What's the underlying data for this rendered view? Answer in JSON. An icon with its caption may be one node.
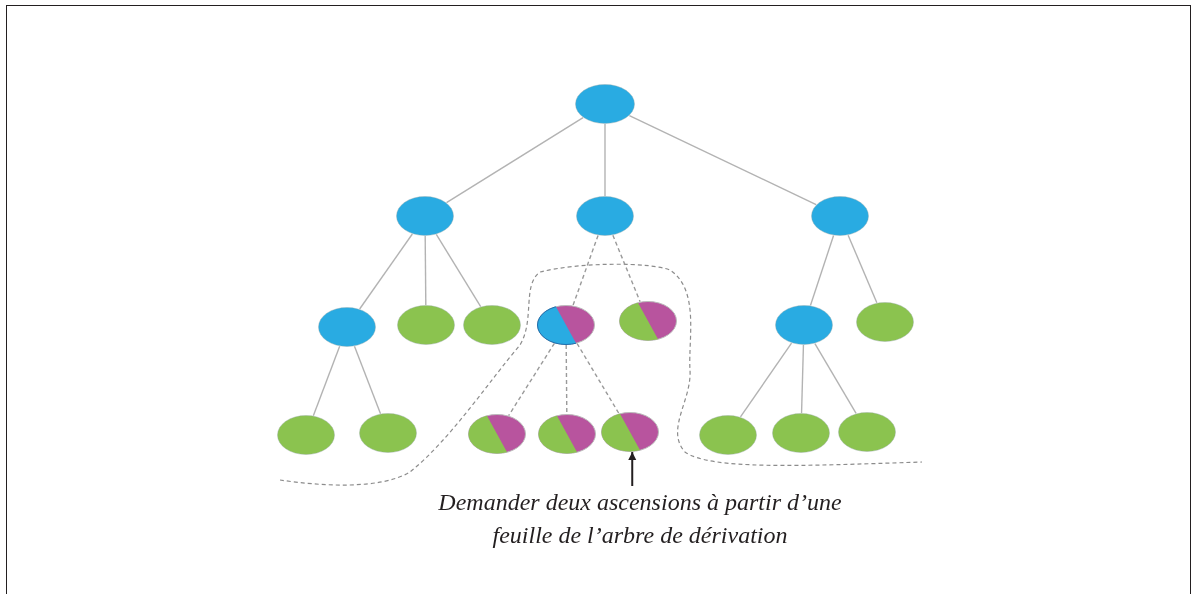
{
  "diagram": {
    "nodes": [
      {
        "text": [],
        "shape": "ellipse"
      },
      {
        "text": [],
        "shape": "ellipse"
      },
      {
        "text": [],
        "shape": "ellipse"
      },
      {
        "text": [],
        "shape": "ellipse"
      },
      {
        "text": [],
        "shape": "ellipse"
      },
      {
        "text": [],
        "shape": "ellipse"
      },
      {
        "text": [],
        "shape": "ellipse"
      },
      {
        "text": [],
        "shape": "ellipse"
      },
      {
        "text": [],
        "shape": "ellipse"
      },
      {
        "text": [],
        "shape": "ellipse"
      },
      {
        "text": [],
        "shape": "ellipse"
      },
      {
        "text": [],
        "shape": "ellipse"
      },
      {
        "text": [],
        "shape": "ellipse"
      },
      {
        "text": [],
        "shape": "ellipse"
      },
      {
        "text": [],
        "shape": "ellipse"
      },
      {
        "text": [],
        "shape": "ellipse"
      },
      {
        "text": [],
        "shape": "ellipse"
      },
      {
        "text": [],
        "shape": "ellipse"
      },
      {
        "text": [],
        "shape": "ellipse"
      },
      {
        "text": [
          "Demander deux ascensions à partir d’une feuille de l’arbre de dérivation"
        ]
      }
    ],
    "edges": [
      {
        "from": 0,
        "to": 1,
        "arrow": "none"
      },
      {
        "from": 0,
        "to": 2,
        "arrow": "none"
      },
      {
        "from": 0,
        "to": 3,
        "arrow": "none"
      },
      {
        "from": 1,
        "to": 4,
        "arrow": "none"
      },
      {
        "from": 1,
        "to": 5,
        "arrow": "none"
      },
      {
        "from": 1,
        "to": 6,
        "arrow": "none"
      },
      {
        "from": 2,
        "to": 7,
        "arrow": "none",
        "style": "dashed"
      },
      {
        "from": 2,
        "to": 8,
        "arrow": "none",
        "style": "dashed"
      },
      {
        "from": 3,
        "to": 9,
        "arrow": "none"
      },
      {
        "from": 3,
        "to": 10,
        "arrow": "none"
      },
      {
        "from": 4,
        "to": 11,
        "arrow": "none"
      },
      {
        "from": 4,
        "to": 12,
        "arrow": "none"
      },
      {
        "from": 7,
        "to": 13,
        "arrow": "none",
        "style": "dashed"
      },
      {
        "from": 7,
        "to": 14,
        "arrow": "none",
        "style": "dashed"
      },
      {
        "from": 7,
        "to": 15,
        "arrow": "none",
        "style": "dashed"
      },
      {
        "from": 9,
        "to": 16,
        "arrow": "none"
      },
      {
        "from": 9,
        "to": 17,
        "arrow": "none"
      },
      {
        "from": 9,
        "to": 18,
        "arrow": "none"
      },
      {
        "from": 19,
        "to": 15,
        "arrow": "to",
        "color": "#231f20"
      }
    ]
  }
}
